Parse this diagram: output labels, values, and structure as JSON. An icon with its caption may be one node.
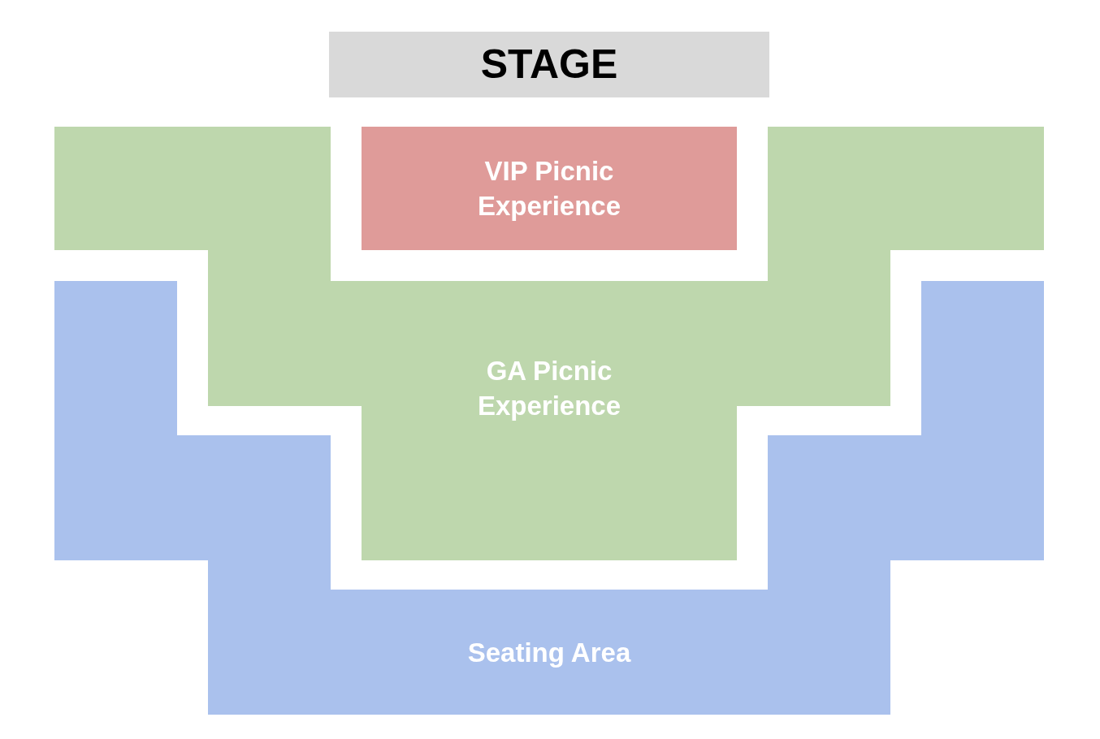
{
  "diagram": {
    "nodes": [
      {
        "text": [
          "STAGE"
        ]
      },
      {
        "text": [
          "VIP Picnic Experience"
        ]
      },
      {
        "text": [
          "GA Picnic Experience"
        ]
      },
      {
        "text": [
          "Seating Area"
        ]
      }
    ],
    "edges": []
  }
}
